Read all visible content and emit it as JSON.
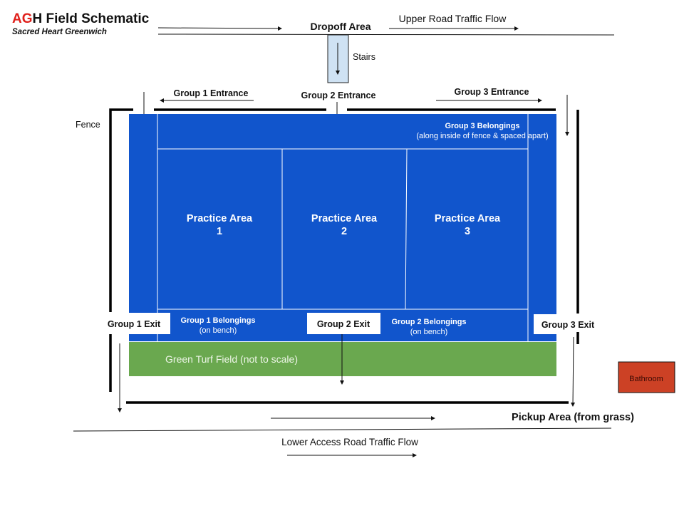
{
  "header": {
    "title_accent": "AG",
    "title_rest": "H Field Schematic",
    "subtitle": "Sacred Heart Greenwich"
  },
  "labels": {
    "dropoff": "Dropoff Area",
    "upper_road": "Upper Road Traffic Flow",
    "stairs": "Stairs",
    "fence": "Fence",
    "group1_entrance": "Group 1 Entrance",
    "group2_entrance": "Group 2 Entrance",
    "group3_entrance": "Group 3 Entrance",
    "group3_belongings_title": "Group 3 Belongings",
    "group3_belongings_note": "(along inside of fence & spaced apart)",
    "practice_areas": [
      {
        "label": "Practice Area",
        "number": "1"
      },
      {
        "label": "Practice Area",
        "number": "2"
      },
      {
        "label": "Practice Area",
        "number": "3"
      }
    ],
    "group1_belongings_title": "Group 1 Belongings",
    "group1_belongings_note": "(on bench)",
    "group2_belongings_title": "Group 2 Belongings",
    "group2_belongings_note": "(on bench)",
    "group1_exit": "Group 1 Exit",
    "group2_exit": "Group 2 Exit",
    "group3_exit": "Group 3 Exit",
    "turf": "Green Turf Field (not to scale)",
    "bathroom": "Bathroom",
    "pickup": "Pickup Area (from grass)",
    "lower_road": "Lower Access Road Traffic Flow"
  },
  "colors": {
    "field_blue": "#1155cc",
    "turf_green": "#6aa84f",
    "stairs_fill": "#cfe2f3",
    "bathroom_fill": "#cc4125",
    "title_accent": "#e0201b"
  }
}
